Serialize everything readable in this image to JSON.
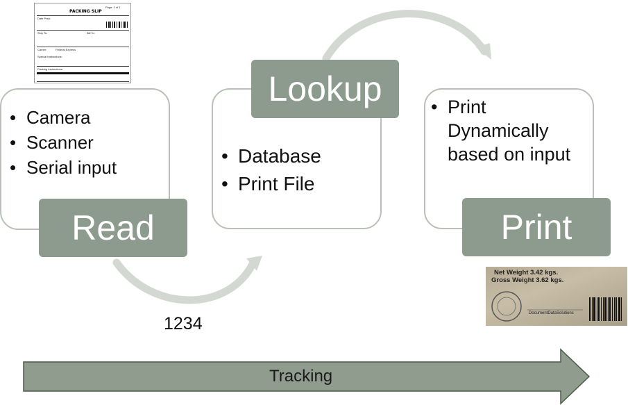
{
  "steps": [
    {
      "label": "Read",
      "items": [
        "Camera",
        "Scanner",
        "Serial input"
      ]
    },
    {
      "label": "Lookup",
      "items": [
        "Database",
        "Print File"
      ]
    },
    {
      "label": "Print",
      "items": [
        "Print Dynamically based on input"
      ]
    }
  ],
  "example_input": "1234",
  "tracking_label": "Tracking",
  "packing_slip": {
    "title": "PACKING SLIP",
    "page": "Page: 1 of 1",
    "fields": [
      "Date Prep:",
      "Ship To:",
      "Bill To:",
      "Carrier:",
      "Federal Express",
      "Special Instructions:",
      "Packing Instructions:"
    ]
  },
  "product_label": {
    "net_weight": "Net Weight 3.42 kgs.",
    "gross_weight": "Gross Weight 3.62 kgs.",
    "brand": "DocumentDataSolutions"
  },
  "colors": {
    "label_fill": "#8c9b8d",
    "card_border": "#b8c0b7",
    "arrow_fill": "#8f9c8e",
    "curve": "#d4d8d3"
  }
}
